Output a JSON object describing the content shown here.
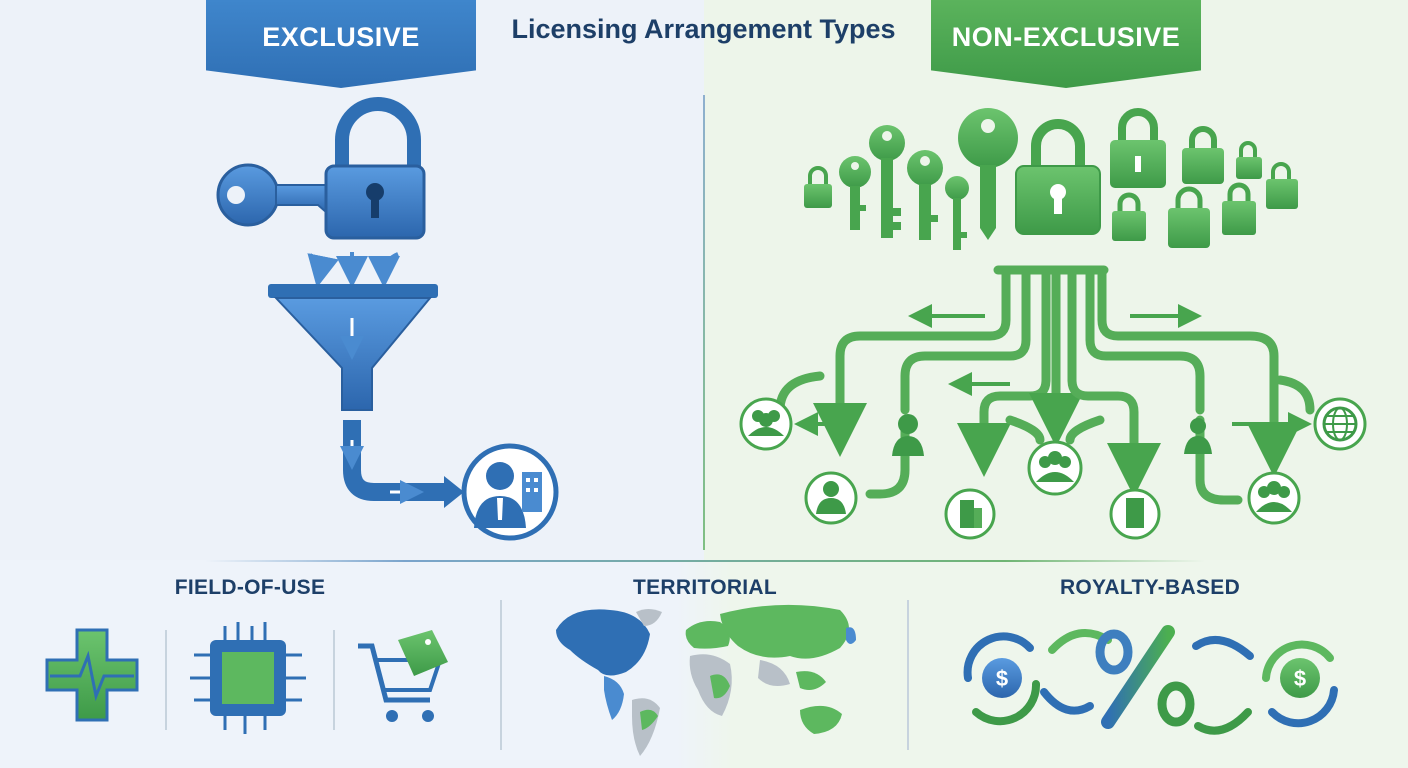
{
  "header": {
    "title": "Licensing Arrangement Types",
    "left_banner": "EXCLUSIVE",
    "right_banner": "NON-EXCLUSIVE"
  },
  "sections": {
    "field_of_use": "FIELD-OF-USE",
    "territorial": "TERRITORIAL",
    "royalty": "ROYALTY-BASED"
  },
  "icons": {
    "exclusive": [
      "key-icon",
      "padlock-icon",
      "funnel-icon",
      "arrow-icon",
      "licensee-businessman-icon"
    ],
    "non_exclusive": [
      "padlock-icon",
      "key-icon",
      "branching-pipes",
      "group-icon",
      "person-icon",
      "building-icon",
      "globe-icon"
    ],
    "field_of_use": [
      "medical-cross-icon",
      "microchip-icon",
      "shopping-cart-icon"
    ],
    "territorial": [
      "world-map-icon"
    ],
    "royalty": [
      "dollar-coin-icon",
      "percent-icon",
      "cycle-arrows-icon"
    ]
  },
  "colors": {
    "blue": "#2f6fb4",
    "green": "#4caf50",
    "navy_text": "#1d3f68"
  }
}
